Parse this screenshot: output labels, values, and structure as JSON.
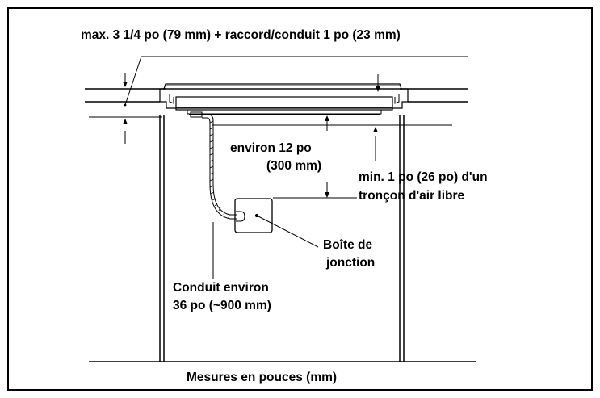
{
  "labels": {
    "max_clearance": "max. 3 1/4 po (79 mm) + raccord/conduit 1 po (23 mm)",
    "approx_12_line1": "environ 12 po",
    "approx_12_line2": "(300 mm)",
    "min_air_line1": "min. 1 po (26 po) d'un",
    "min_air_line2": "tronçon d'air libre",
    "junction_line1": "Boîte de",
    "junction_line2": "jonction",
    "conduit_line1": "Conduit environ",
    "conduit_line2": "36 po (~900 mm)",
    "units_note": "Mesures en pouces (mm)"
  },
  "colors": {
    "ink": "#000000",
    "background": "#ffffff"
  }
}
